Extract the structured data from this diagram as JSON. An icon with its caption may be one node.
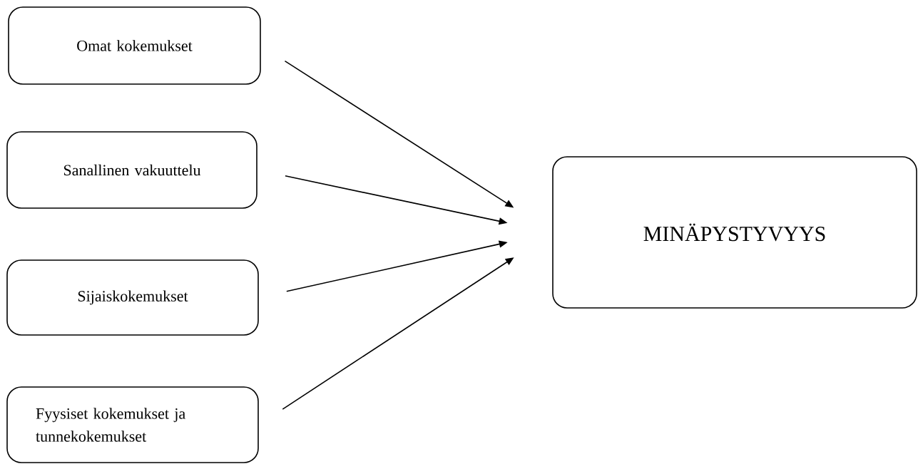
{
  "diagram": {
    "nodes": [
      {
        "text": [
          "Omat kokemukset"
        ]
      },
      {
        "text": [
          "Sanallinen vakuuttelu"
        ]
      },
      {
        "text": [
          "Sijaiskokemukset"
        ]
      },
      {
        "text": [
          "Fyysiset kokemukset ja tunnekokemukset"
        ]
      },
      {
        "text": [
          "MINÄPYSTYVYYS"
        ]
      }
    ],
    "edges": [
      {
        "from": 0,
        "to": 4,
        "arrow": "to"
      },
      {
        "from": 1,
        "to": 4,
        "arrow": "to"
      },
      {
        "from": 2,
        "to": 4,
        "arrow": "to"
      },
      {
        "from": 3,
        "to": 4,
        "arrow": "to"
      }
    ]
  }
}
